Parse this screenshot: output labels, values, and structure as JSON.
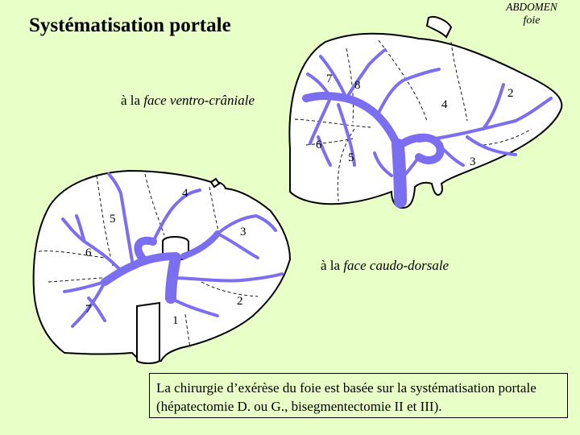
{
  "title": "Systématisation portale",
  "section": {
    "line1": "ABDOMEN",
    "line2": "foie"
  },
  "caption_top": {
    "prefix": "à la ",
    "italic": "face ventro-crâniale"
  },
  "caption_bottom": {
    "prefix": "à la ",
    "italic": "face caudo-dorsale"
  },
  "note": "La chirurgie d’exérèse du foie est basée sur la systématisation portale (hépatectomie D. ou G., bisegmentectomie II et III).",
  "top_view_segments": [
    "7",
    "8",
    "4",
    "2",
    "6",
    "5",
    "3"
  ],
  "bottom_view_segments": [
    "4",
    "5",
    "3",
    "6",
    "7",
    "2",
    "1"
  ],
  "colors": {
    "background": "#e8ffc8",
    "vein": "#7b6ef0",
    "outline": "#000000"
  }
}
